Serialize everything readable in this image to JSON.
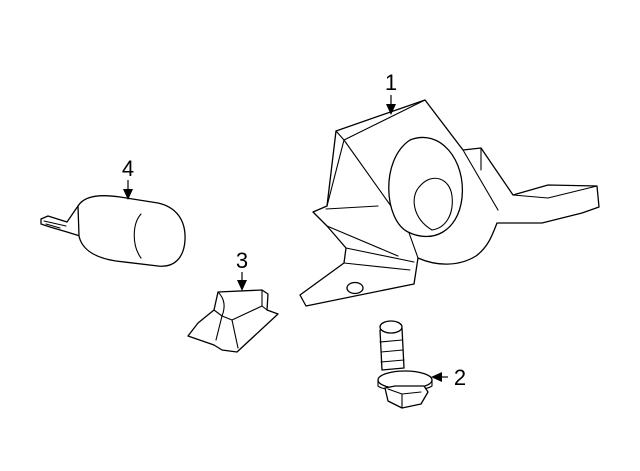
{
  "parts": [
    {
      "number": "1",
      "name": "bracket"
    },
    {
      "number": "2",
      "name": "bolt"
    },
    {
      "number": "3",
      "name": "clip"
    },
    {
      "number": "4",
      "name": "bulb"
    }
  ],
  "colors": {
    "background": "#ffffff",
    "line": "#000000"
  }
}
